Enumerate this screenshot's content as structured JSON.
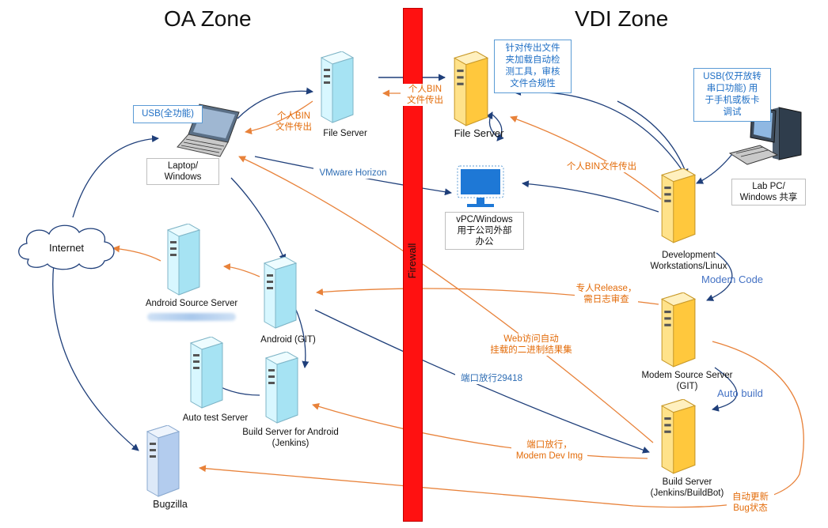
{
  "zones": {
    "oa": "OA Zone",
    "vdi": "VDI Zone"
  },
  "firewall": {
    "label": "Firewall",
    "color": "#ff1111"
  },
  "colors": {
    "navy_arrow": "#1f3f7a",
    "orange_arrow": "#e8823a",
    "cyan_server": "#bff0ff",
    "gold_server": "#ffc83d"
  },
  "nodes": {
    "laptop": "Laptop/\nWindows",
    "file_server_oa": "File Server",
    "file_server_vdi": "File Server",
    "vpc": "vPC/Windows\n用于公司外部\n办公",
    "lab_pc": "Lab PC/\nWindows 共享",
    "dev_ws": "Development\nWorkstations/Linux",
    "internet": "Internet",
    "android_source": "Android Source Server",
    "android_git": "Android (GIT)",
    "auto_test": "Auto test Server",
    "build_android": "Build Server for Android\n(Jenkins)",
    "bugzilla": "Bugzilla",
    "modem_source": "Modem Source Server\n(GIT)",
    "build_server": "Build Server\n(Jenkins/BuildBot)"
  },
  "notes": {
    "usb_full": "USB(全功能)",
    "checker": "针对传出文件\n夹加载自动检\n测工具，审核\n文件合规性",
    "usb_serial": "USB(仅开放转\n串口功能) 用\n于手机或板卡\n调试"
  },
  "edge_labels": {
    "bin_out_oa": "个人BIN\n文件传出",
    "bin_out_vdi": "个人BIN\n文件传出",
    "bin_out_dev": "个人BIN文件传出",
    "vmware": "VMware Horizon",
    "modem_code": "Modem Code",
    "release": "专人Release，\n需日志审查",
    "web_access": "Web访问自动\n挂载的二进制结果集",
    "port_29418": "端口放行29418",
    "auto_build": "Auto build",
    "port_img": "端口放行，\nModem Dev Img",
    "auto_update": "自动更新\nBug状态"
  }
}
